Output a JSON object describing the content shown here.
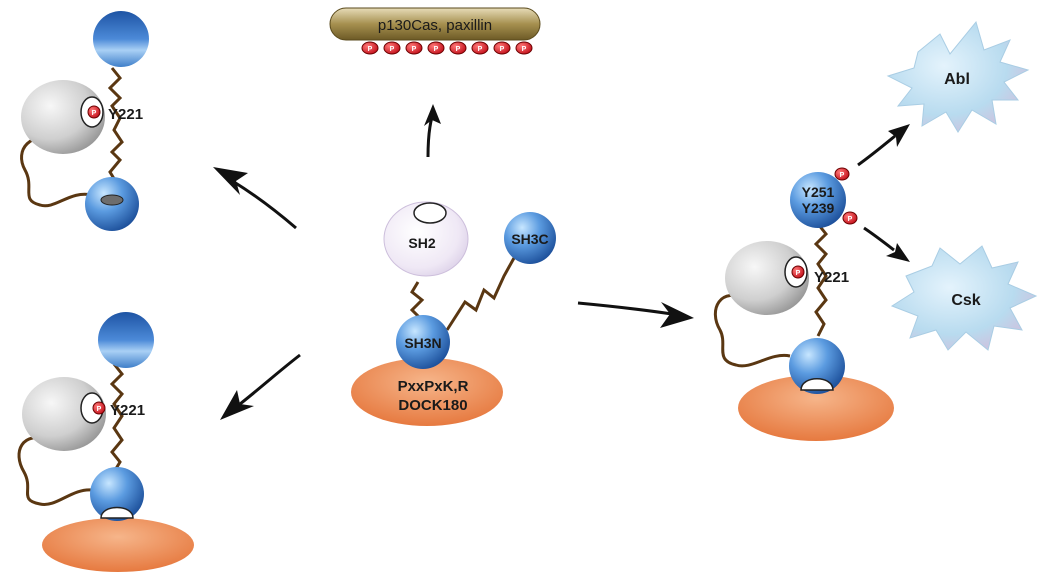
{
  "labels": {
    "substrate": "p130Cas, paxillin",
    "sh2": "SH2",
    "sh3c": "SH3C",
    "sh3n": "SH3N",
    "dock_line1": "PxxPxK,R",
    "dock_line2": "DOCK180",
    "y221_a": "Y221",
    "y221_b": "Y221",
    "y221_c": "Y221",
    "y251": "Y251",
    "y239": "Y239",
    "abl": "Abl",
    "csk": "Csk",
    "phospho": "P"
  },
  "colors": {
    "blue_domain": "#3f7fc9",
    "sh2_domain": "#ece6f2",
    "grey_domain": "#c9c9c9",
    "orange_platform": "#ec8a4e",
    "substrate_bar": "#a6904f",
    "phospho_red": "#d9202a",
    "linker_brown": "#5a3712",
    "kinase_blue": "#b8dbef",
    "arrow_black": "#111111"
  }
}
